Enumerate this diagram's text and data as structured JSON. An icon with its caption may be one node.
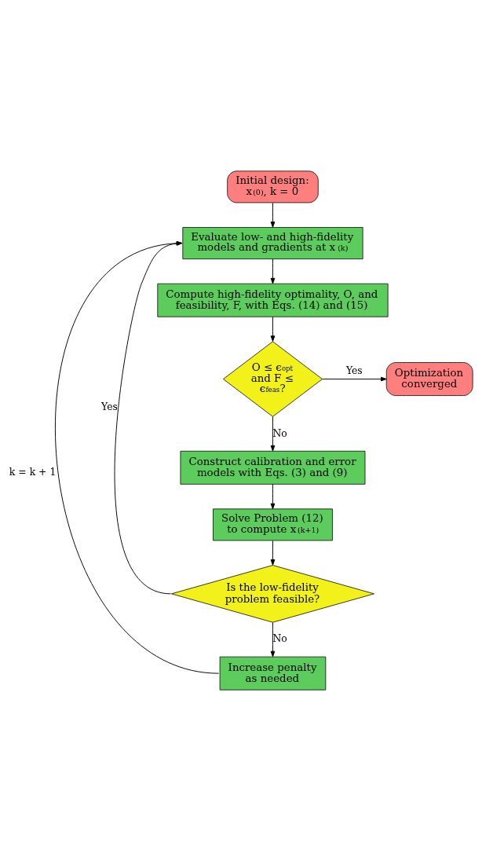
{
  "diagram": {
    "nodes": [
      {
        "text": [
          "Initial design: x$^{(0)}$, k = 0"
        ]
      },
      {
        "text": [
          "Evaluate low- and high-fidelity models and gradients at x$^{(k)}$"
        ]
      },
      {
        "text": [
          "Compute high-fidelity optimality, O, and feasibility, F, with Eqs. (14) and (15)"
        ]
      },
      {
        "text": [
          "O ≤ ϵ$_{opt}$ and F ≤ ϵ$_{feas}$?"
        ]
      },
      {
        "text": [
          "Optimization converged"
        ]
      },
      {
        "text": [
          "Construct calibration and error models with Eqs. (3) and (9)"
        ]
      },
      {
        "text": [
          "Solve Problem (12) to compute x$^{(k+1)}$"
        ]
      },
      {
        "text": [
          "Is the low-fidelity problem feasible?"
        ]
      },
      {
        "text": [
          "Increase penalty as needed"
        ]
      }
    ],
    "edges": [
      {
        "from": 0,
        "to": 1,
        "arrow": "to"
      },
      {
        "from": 1,
        "to": 2,
        "arrow": "to"
      },
      {
        "from": 2,
        "to": 3,
        "arrow": "to"
      },
      {
        "from": 3,
        "to": 4,
        "arrow": "to",
        "label": "Yes"
      },
      {
        "from": 3,
        "to": 5,
        "arrow": "to",
        "label": "No"
      },
      {
        "from": 5,
        "to": 6,
        "arrow": "to"
      },
      {
        "from": 6,
        "to": 7,
        "arrow": "to"
      },
      {
        "from": 7,
        "to": 8,
        "arrow": "to",
        "label": "No"
      },
      {
        "from": 7,
        "to": 1,
        "arrow": "to",
        "label": "Yes"
      },
      {
        "from": 8,
        "to": 1,
        "arrow": "to",
        "label": "k = k + 1"
      }
    ]
  }
}
